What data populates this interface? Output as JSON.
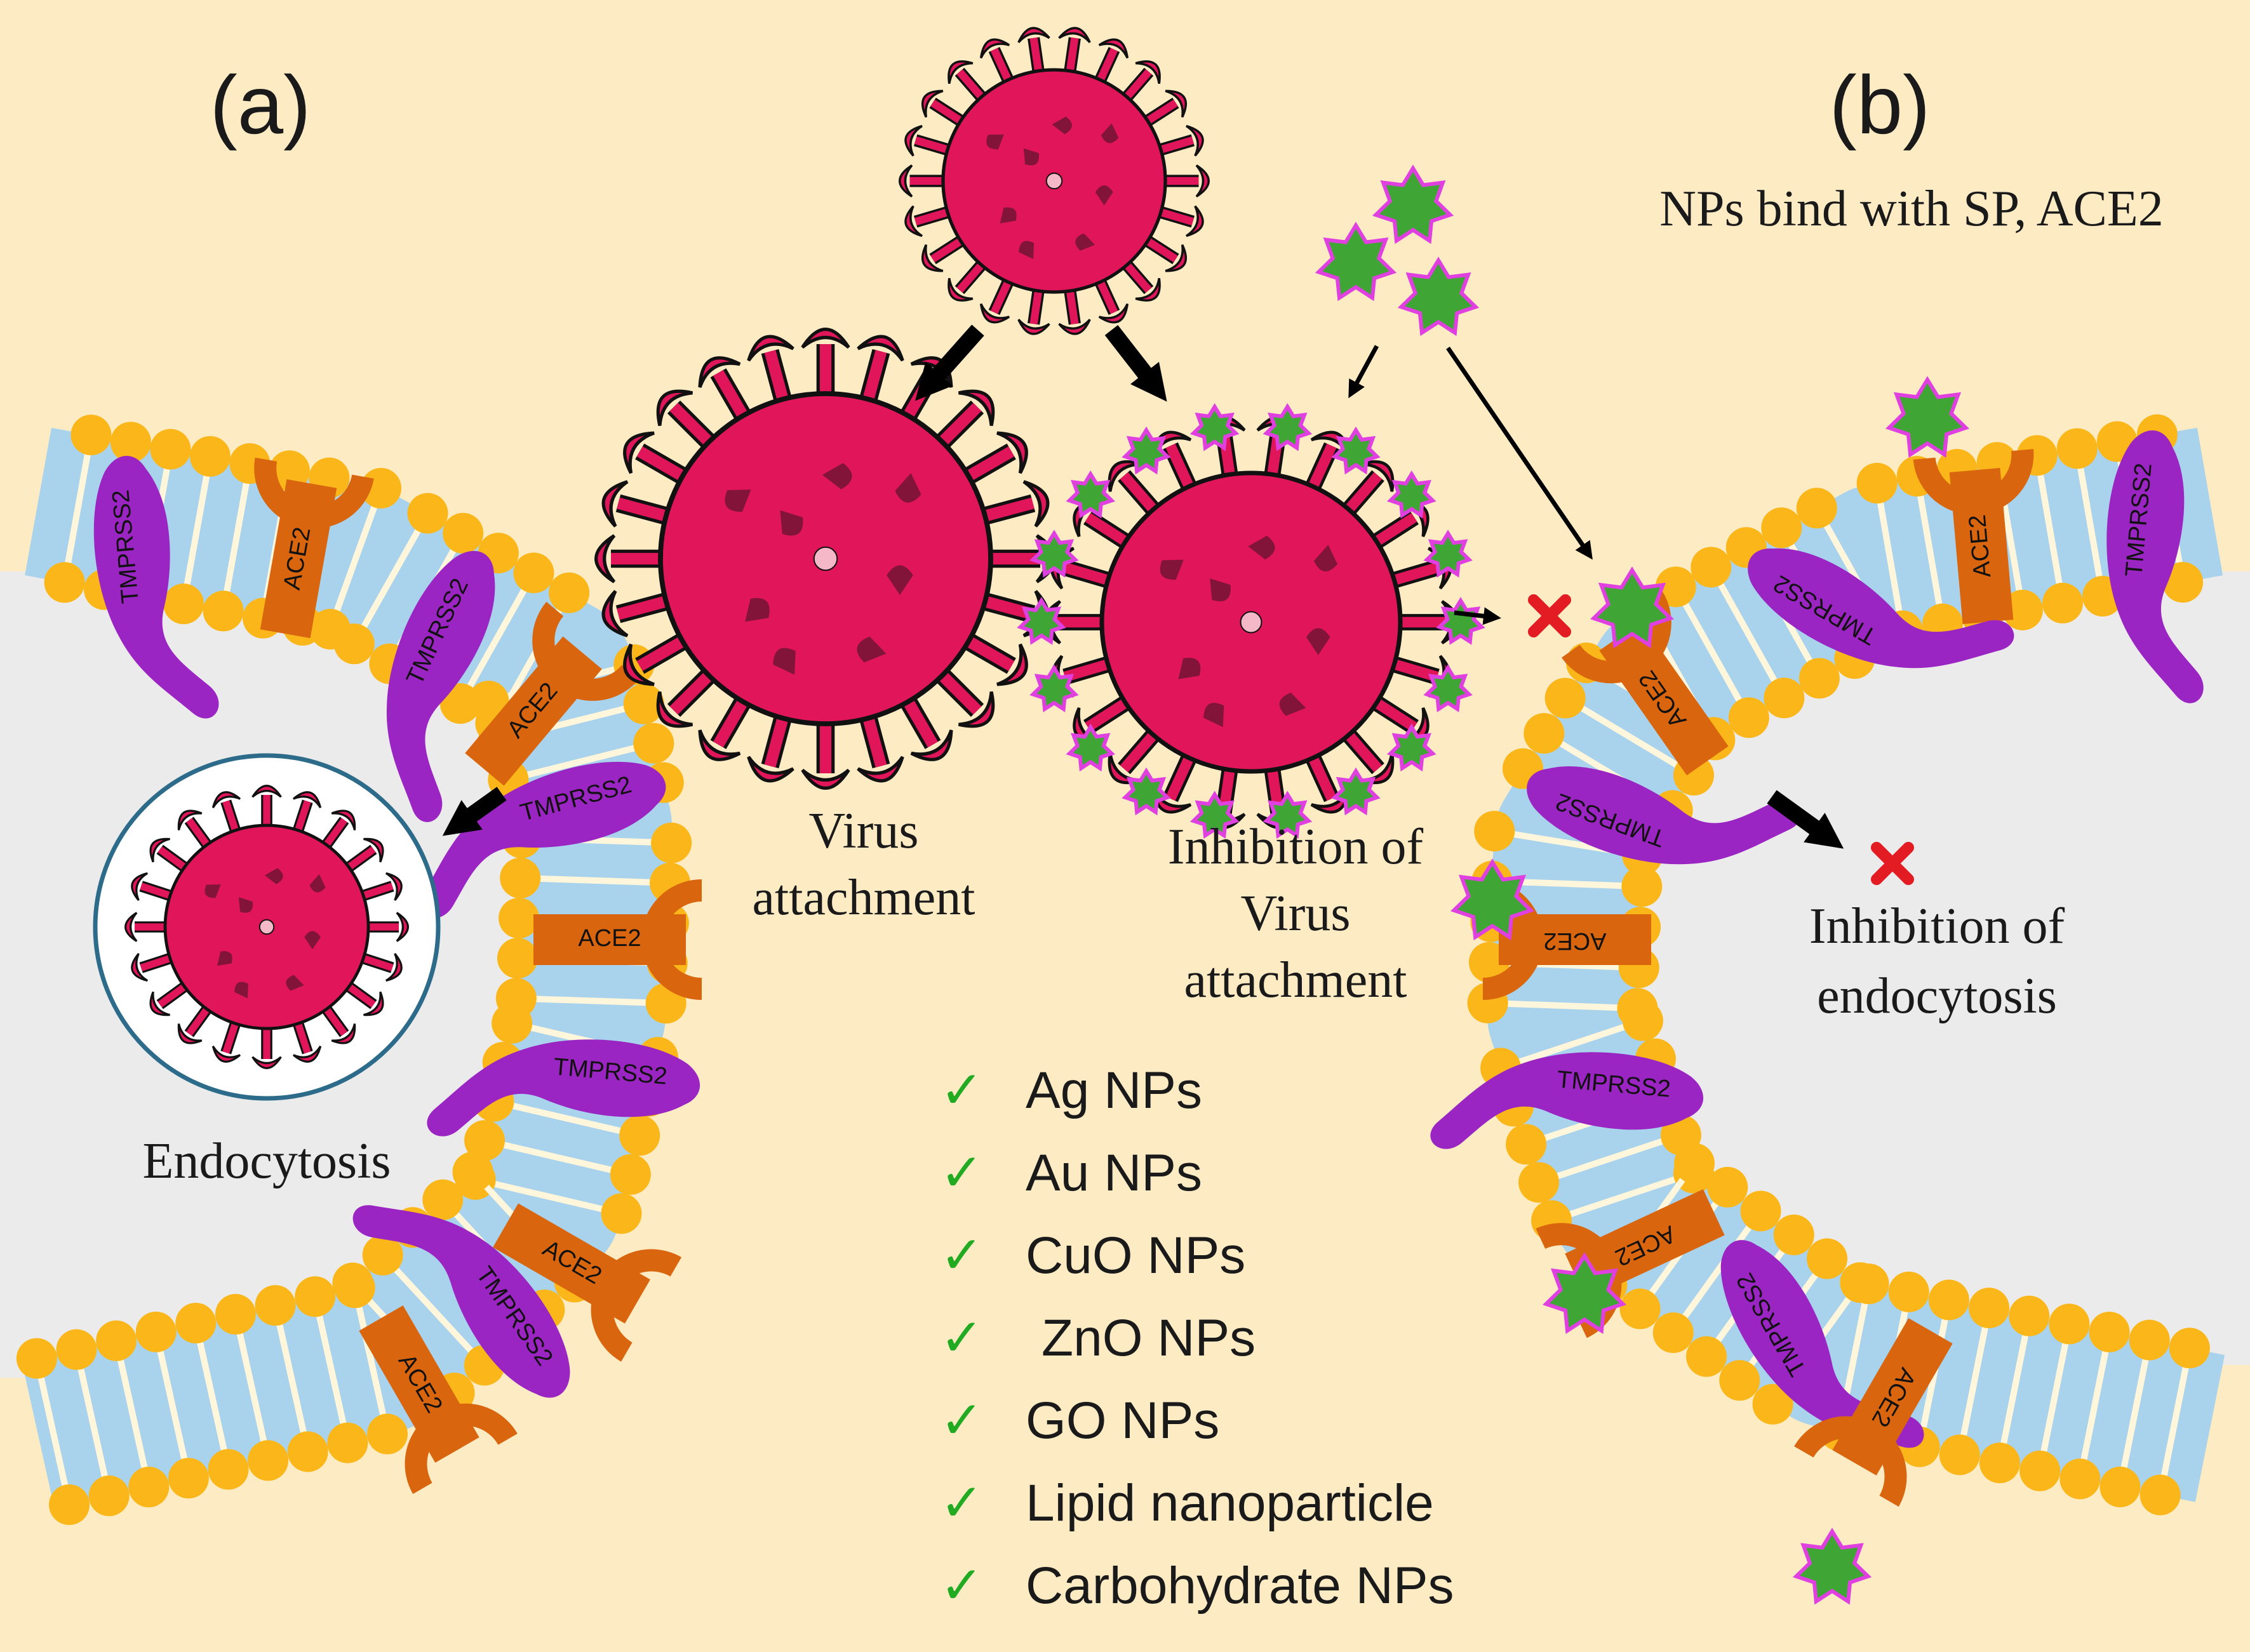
{
  "panels": {
    "a_label": "(a)",
    "b_label": "(b)",
    "b_caption": "NPs bind with SP, ACE2"
  },
  "membrane_labels": {
    "ace2": "ACE2",
    "tmprss2": "TMPRSS2"
  },
  "annotations": {
    "virus_attachment": [
      "Virus",
      "attachment"
    ],
    "inhibition_attachment": [
      "Inhibition of",
      "Virus",
      "attachment"
    ],
    "endocytosis": "Endocytosis",
    "inhibition_endocytosis": [
      "Inhibition of",
      "endocytosis"
    ]
  },
  "np_list": {
    "check_glyph": "✓",
    "items": [
      "Ag NPs",
      "Au NPs",
      "CuO NPs",
      "ZnO NPs",
      "GO NPs",
      "Lipid nanoparticle",
      "Carbohydrate NPs"
    ]
  },
  "colors": {
    "background": "#fdebc4",
    "cytoplasm": "#ebebeb",
    "lipid_head": "#fbb719",
    "lipid_tail": "#a9d3ec",
    "ace2": "#d9660f",
    "tmprss2": "#9b25c2",
    "virus": "#e1165a",
    "nanoparticle": "#3fa535",
    "nanoparticle_edge": "#e040e0",
    "check": "#22aa22",
    "cross": "#e31b23"
  }
}
